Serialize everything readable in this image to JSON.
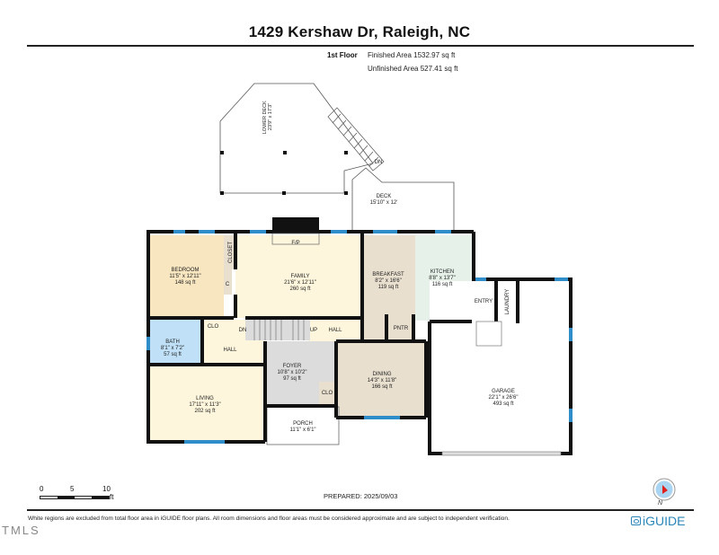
{
  "header": {
    "title": "1429 Kershaw Dr, Raleigh, NC",
    "floor_label": "1st Floor",
    "finished_area": "Finished Area 1532.97 sq ft",
    "unfinished_area": "Unfinished Area 527.41 sq ft"
  },
  "rooms": {
    "lower_deck": {
      "name": "LOWER DECK",
      "dims": "23'9\" x 17'3\""
    },
    "deck": {
      "name": "DECK",
      "dims": "15'10\" x 12'"
    },
    "bedroom": {
      "name": "BEDROOM",
      "dims": "11'5\" x 12'11\"",
      "area": "148 sq ft"
    },
    "family": {
      "name": "FAMILY",
      "dims": "21'6\" x 12'11\"",
      "area": "260 sq ft"
    },
    "breakfast": {
      "name": "BREAKFAST",
      "dims": "8'2\" x 16'6\"",
      "area": "119 sq ft"
    },
    "kitchen": {
      "name": "KITCHEN",
      "dims": "8'8\" x 13'7\"",
      "area": "116 sq ft"
    },
    "bath": {
      "name": "BATH",
      "dims": "8'1\" x 7'2\"",
      "area": "57 sq ft"
    },
    "foyer": {
      "name": "FOYER",
      "dims": "10'8\" x 10'2\"",
      "area": "97 sq ft"
    },
    "dining": {
      "name": "DINING",
      "dims": "14'3\" x 11'8\"",
      "area": "166 sq ft"
    },
    "living": {
      "name": "LIVING",
      "dims": "17'11\" x 11'3\"",
      "area": "202 sq ft"
    },
    "porch": {
      "name": "PORCH",
      "dims": "11'1\" x 6'1\""
    },
    "garage": {
      "name": "GARAGE",
      "dims": "22'1\" x 26'6\"",
      "area": "493 sq ft"
    }
  },
  "labels": {
    "closet": "CLOSET",
    "c": "C",
    "clo": "CLO",
    "clo2": "CLO",
    "hall": "HALL",
    "hall2": "HALL",
    "fp": "F/P",
    "dn": "DN",
    "dn_deck": "DN",
    "up": "UP",
    "pntr": "PNTR",
    "entry": "ENTRY",
    "laundry": "LAUNDRY"
  },
  "scale": {
    "ticks": [
      "0",
      "5",
      "10"
    ],
    "unit": "ft"
  },
  "footer": {
    "prepared": "PREPARED: 2025/09/03",
    "disclaimer": "White regions are excluded from total floor area in iGUIDE floor plans. All room dimensions and floor areas must be considered approximate and are subject to independent verification.",
    "mls": "TMLS",
    "brand": "iGUIDE",
    "compass_label": "N"
  },
  "colors": {
    "bedroom": "#f8e6c0",
    "family": "#fdf6dc",
    "breakfast": "#e9dfcf",
    "kitchen": "#e5f1e9",
    "bath": "#bfe0f6",
    "foyer": "#dcdcdc",
    "dining": "#e8dfcf",
    "living": "#fdf6dc",
    "window": "#2f8ec9",
    "wall": "#111111"
  }
}
